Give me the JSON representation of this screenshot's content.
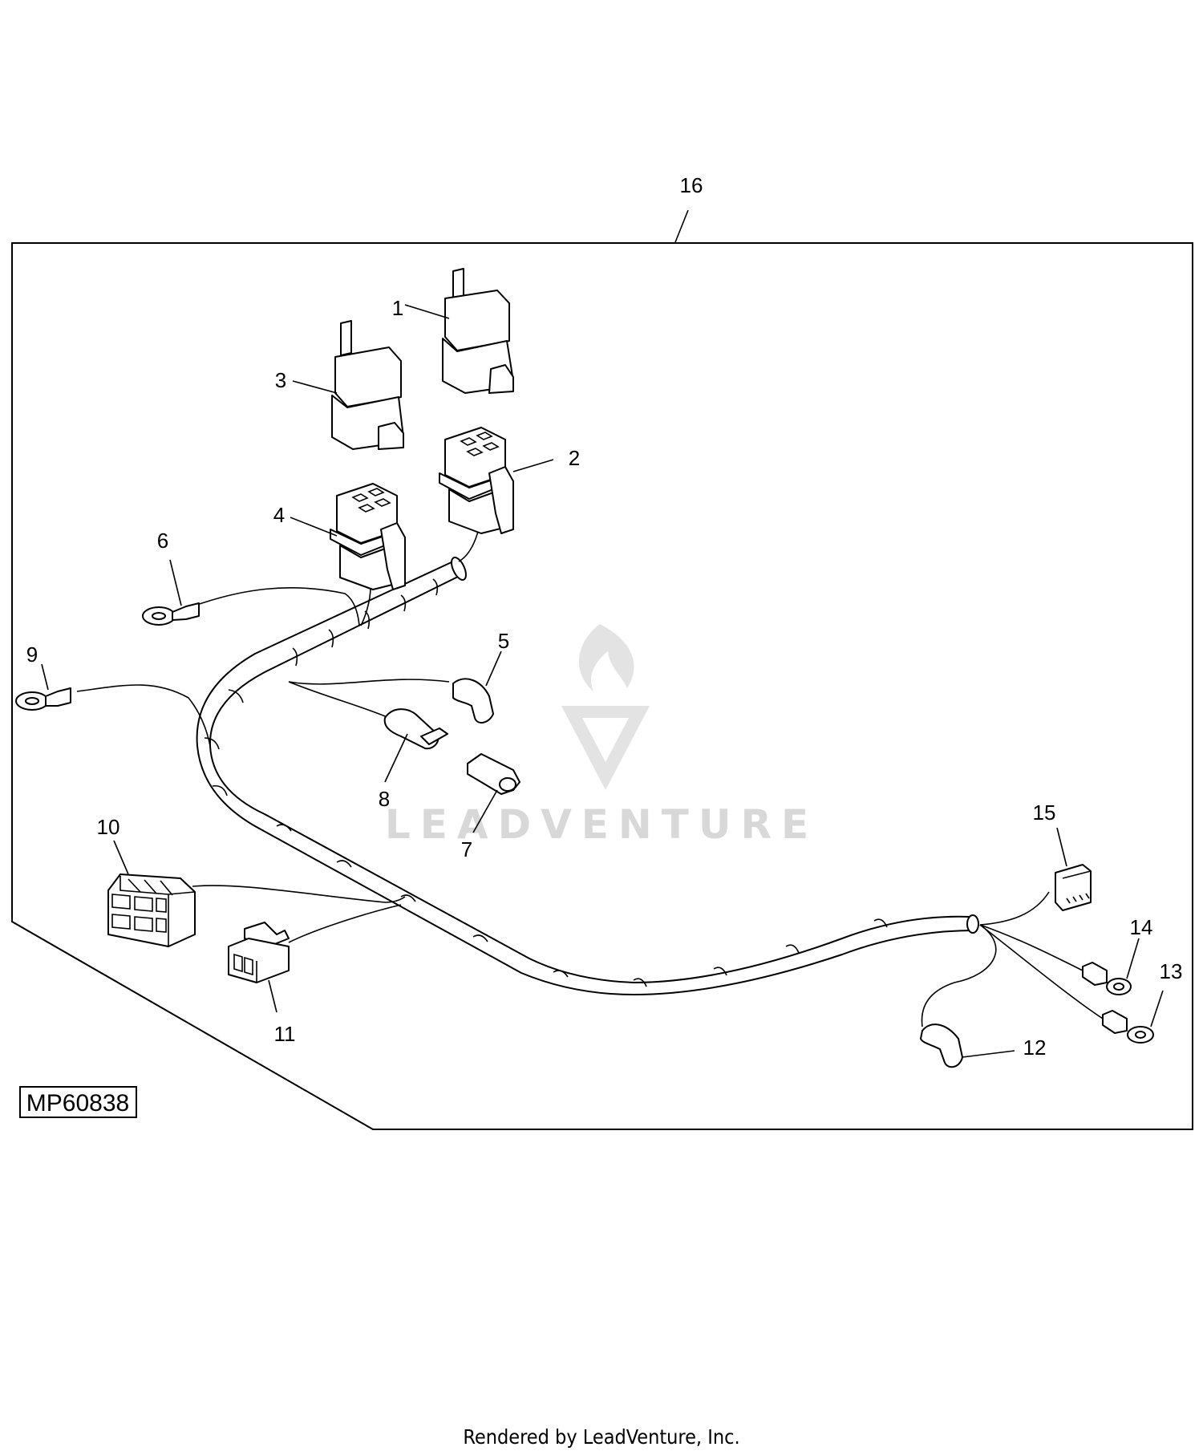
{
  "diagram": {
    "figure_id": "MP60838",
    "callouts": [
      "1",
      "2",
      "3",
      "4",
      "5",
      "6",
      "7",
      "8",
      "9",
      "10",
      "11",
      "12",
      "13",
      "14",
      "15",
      "16"
    ]
  },
  "watermark": {
    "text": "LEADVENTURE"
  },
  "footer": {
    "text": "Rendered by LeadVenture, Inc."
  },
  "colors": {
    "line": "#000000",
    "watermark": "#d8d8d8",
    "background": "#ffffff"
  }
}
